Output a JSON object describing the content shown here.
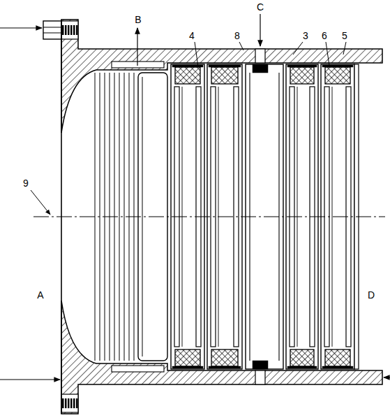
{
  "diagram": {
    "labels": [
      "B",
      "4",
      "8",
      "C",
      "3",
      "6",
      "5",
      "9",
      "A",
      "D"
    ]
  }
}
